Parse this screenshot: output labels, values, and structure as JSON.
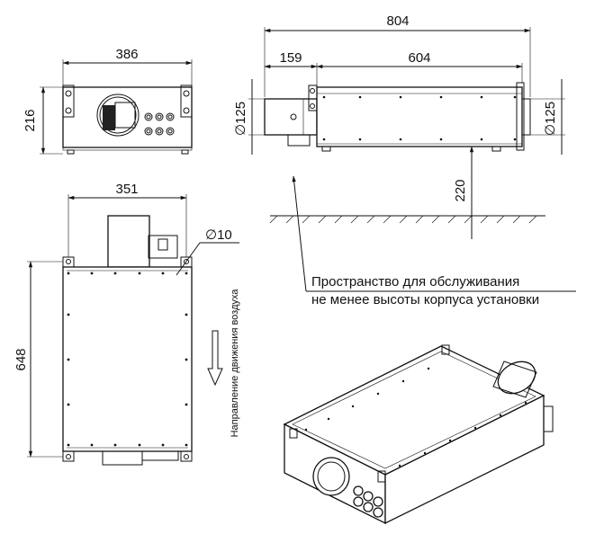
{
  "dimensions": {
    "front_width": "386",
    "front_height": "216",
    "side_total": "804",
    "side_duct": "159",
    "side_body": "604",
    "duct_dia_left": "∅125",
    "duct_dia_right": "∅125",
    "clearance": "220",
    "top_width": "351",
    "top_length": "648",
    "hole_dia": "∅10"
  },
  "notes": {
    "service_line1": "Пространство для обслуживания",
    "service_line2": "не менее высоты корпуса установки",
    "airflow": "Направление движения воздуха"
  }
}
